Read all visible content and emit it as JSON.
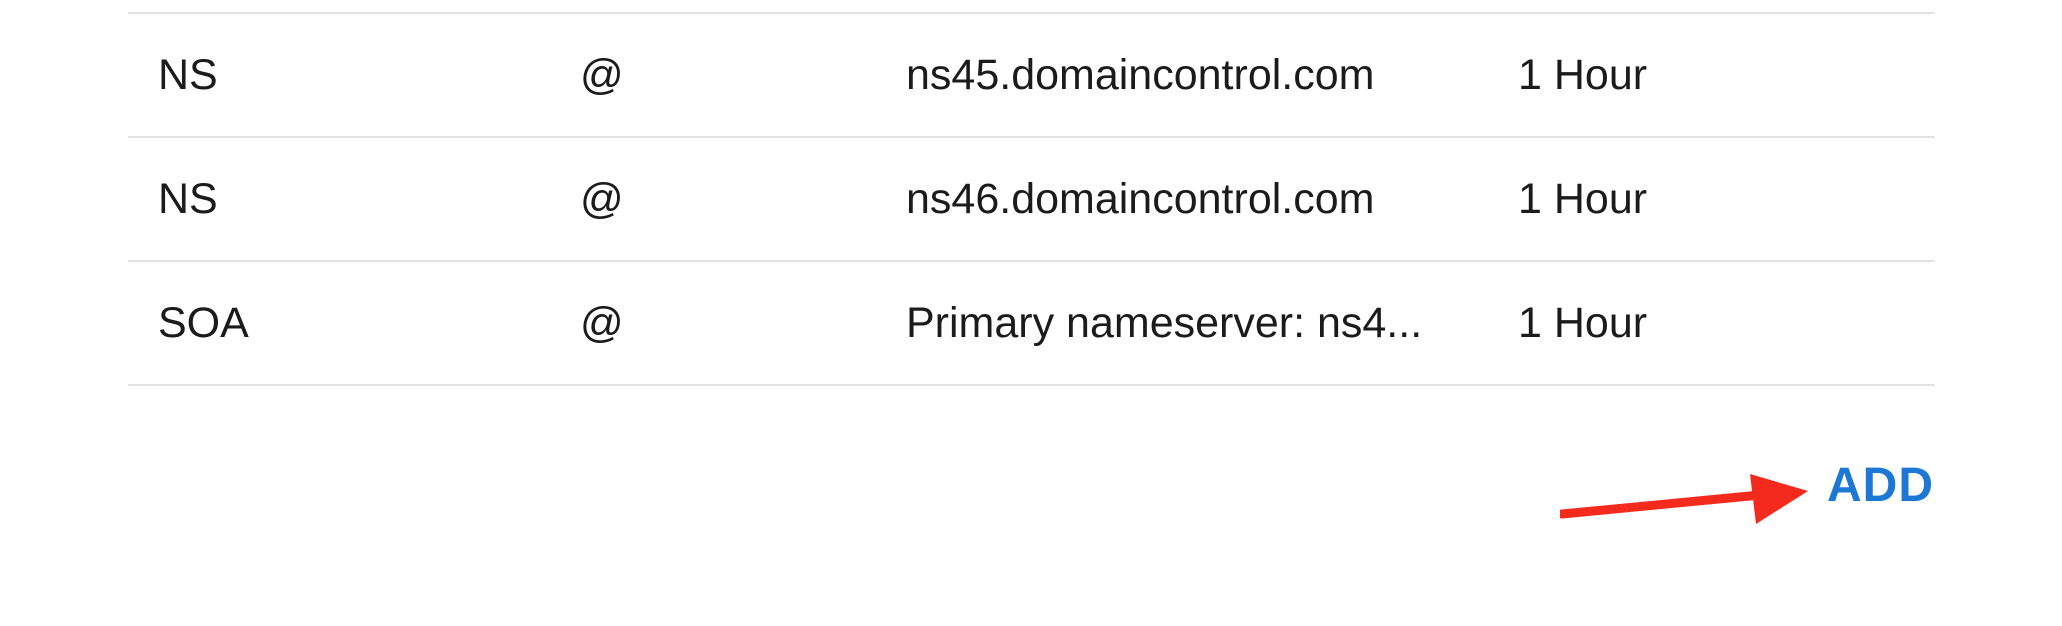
{
  "dns_records": {
    "rows": [
      {
        "type": "NS",
        "name": "@",
        "value": "ns45.domaincontrol.com",
        "ttl": "1 Hour"
      },
      {
        "type": "NS",
        "name": "@",
        "value": "ns46.domaincontrol.com",
        "ttl": "1 Hour"
      },
      {
        "type": "SOA",
        "name": "@",
        "value": "Primary nameserver: ns4...",
        "ttl": "1 Hour"
      }
    ]
  },
  "actions": {
    "add_label": "ADD"
  },
  "colors": {
    "add_accent": "#1c78d4",
    "annotation_arrow": "#f42a1c",
    "row_divider": "#e2e2e2"
  },
  "icons": {
    "annotation": "red-arrow-pointing-right"
  }
}
